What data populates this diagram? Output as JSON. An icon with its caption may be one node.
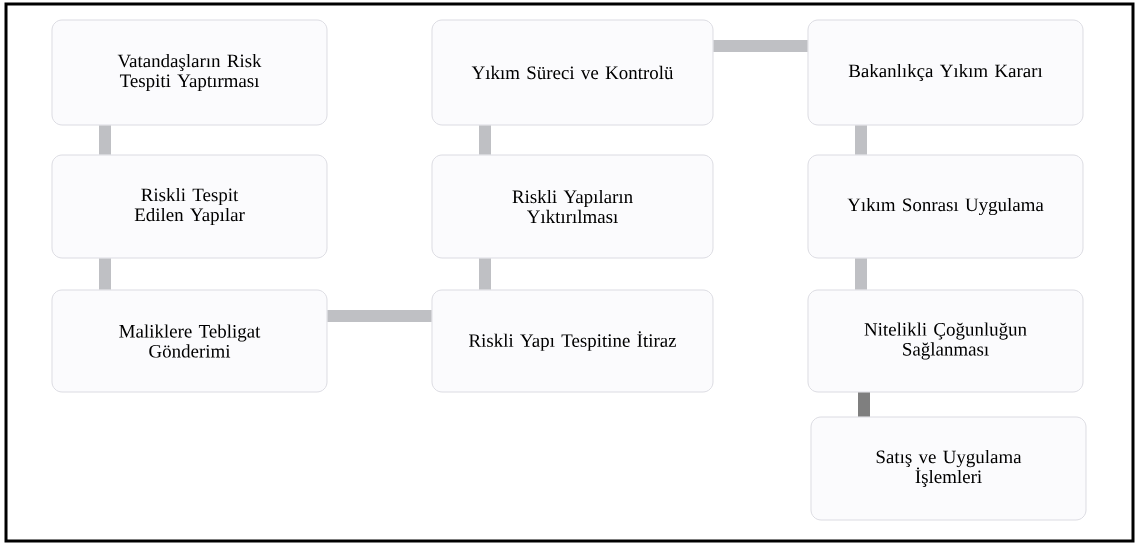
{
  "diagram": {
    "nodes": [
      {
        "text": [
          "Vatandaşların Risk Tespiti Yaptırması"
        ]
      },
      {
        "text": [
          "Riskli Tespit Edilen Yapılar"
        ]
      },
      {
        "text": [
          "Maliklere Tebligat Gönderimi"
        ]
      },
      {
        "text": [
          "Riskli Yapı Tespitine İtiraz"
        ]
      },
      {
        "text": [
          "Riskli Yapıların Yıktırılması"
        ]
      },
      {
        "text": [
          "Yıkım Süreci ve Kontrolü"
        ]
      },
      {
        "text": [
          "Bakanlıkça Yıkım Kararı"
        ]
      },
      {
        "text": [
          "Yıkım Sonrası Uygulama"
        ]
      },
      {
        "text": [
          "Nitelikli Çoğunluğun Sağlanması"
        ]
      },
      {
        "text": [
          "Satış ve Uygulama İşlemleri"
        ]
      }
    ],
    "edges": [
      {
        "from": 0,
        "to": 1,
        "arrow": "none"
      },
      {
        "from": 1,
        "to": 2,
        "arrow": "none"
      },
      {
        "from": 2,
        "to": 3,
        "arrow": "none"
      },
      {
        "from": 3,
        "to": 4,
        "arrow": "none"
      },
      {
        "from": 4,
        "to": 5,
        "arrow": "none"
      },
      {
        "from": 5,
        "to": 6,
        "arrow": "none"
      },
      {
        "from": 6,
        "to": 7,
        "arrow": "none"
      },
      {
        "from": 7,
        "to": 8,
        "arrow": "none"
      },
      {
        "from": 8,
        "to": 9,
        "arrow": "none",
        "color": "#7f7f7f"
      }
    ]
  }
}
